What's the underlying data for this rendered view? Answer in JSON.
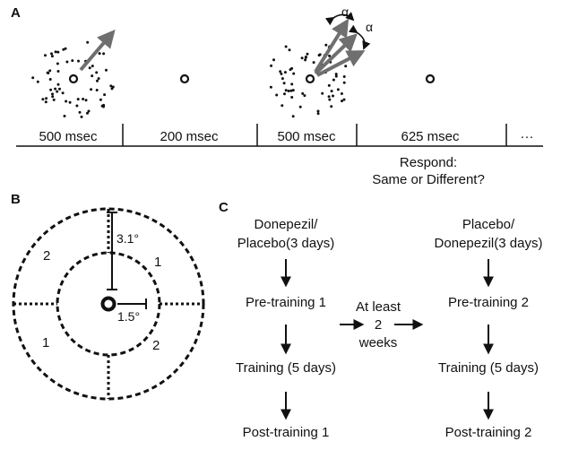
{
  "panels": {
    "a": "A",
    "b": "B",
    "c": "C"
  },
  "panel_a": {
    "durations": [
      "500 msec",
      "200 msec",
      "500 msec",
      "625 msec",
      "···"
    ],
    "alpha": "α",
    "respond_line1": "Respond:",
    "respond_line2": "Same or Different?"
  },
  "panel_b": {
    "sector_labels": [
      "2",
      "1",
      "1",
      "2"
    ],
    "outer_radius_label": "3.1°",
    "inner_radius_label": "1.5°"
  },
  "panel_c": {
    "left": {
      "line1": "Donepezil/",
      "line2": "Placebo(3 days)",
      "pre": "Pre-training 1",
      "train": "Training (5 days)",
      "post": "Post-training 1"
    },
    "middle": {
      "line1": "At least",
      "line2": "2",
      "line3": "weeks"
    },
    "right": {
      "line1": "Placebo/",
      "line2": "Donepezil(3 days)",
      "pre": "Pre-training 2",
      "train": "Training (5 days)",
      "post": "Post-training 2"
    }
  },
  "colors": {
    "ink": "#111111",
    "arrow_gray": "#6f6f6f"
  }
}
